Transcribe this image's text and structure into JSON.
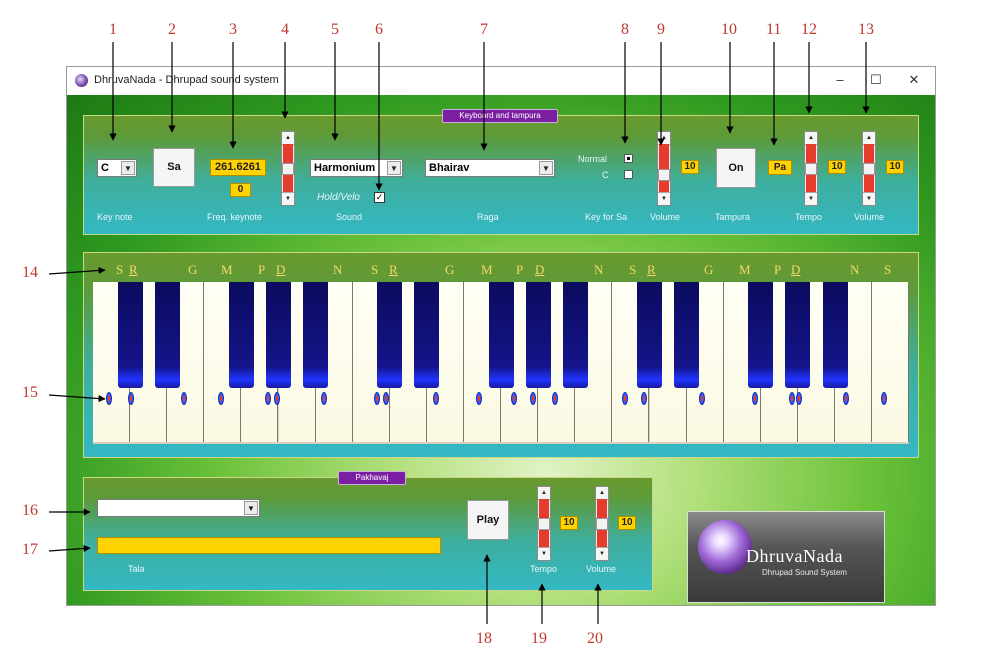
{
  "window": {
    "title": "DhruvaNada - Dhrupad sound system",
    "controls": {
      "minimize": "–",
      "maximize": "☐",
      "close": "✕"
    }
  },
  "callouts": [
    "1",
    "2",
    "3",
    "4",
    "5",
    "6",
    "7",
    "8",
    "9",
    "10",
    "11",
    "12",
    "13",
    "14",
    "15",
    "16",
    "17",
    "18",
    "19",
    "20"
  ],
  "keyboard_panel": {
    "title": "Keyboard and tampura",
    "key_note": {
      "value": "C",
      "label": "Key note"
    },
    "sa_button": "Sa",
    "freq_keynote": {
      "value": "261.6261",
      "offset": "0",
      "label": "Freq. keynote"
    },
    "freq_scroll": {
      "level": 0.5
    },
    "sound": {
      "value": "Harmonium",
      "label": "Sound"
    },
    "hold_velo": {
      "label": "Hold/Velo",
      "checked": true,
      "mark": "✓"
    },
    "raga": {
      "value": "Bhairav",
      "label": "Raga"
    },
    "key_for_sa": {
      "label": "Key for Sa",
      "options": [
        {
          "label": "Normal",
          "selected": true
        },
        {
          "label": "C",
          "selected": false
        }
      ]
    },
    "keyboard_volume": {
      "value": "10",
      "label": "Volume"
    },
    "tampura": {
      "button": "On",
      "label": "Tampura",
      "note": "Pa"
    },
    "tampura_tempo": {
      "value": "10",
      "label": "Tempo"
    },
    "tampura_volume": {
      "value": "10",
      "label": "Volume"
    }
  },
  "sargam": [
    {
      "t": "S",
      "u": false
    },
    {
      "t": "R",
      "u": true
    },
    {
      "t": "G",
      "u": false
    },
    {
      "t": "M",
      "u": false
    },
    {
      "t": "P",
      "u": false
    },
    {
      "t": "D",
      "u": true
    },
    {
      "t": "N",
      "u": false
    },
    {
      "t": "S",
      "u": false
    },
    {
      "t": "R",
      "u": true
    },
    {
      "t": "G",
      "u": false
    },
    {
      "t": "M",
      "u": false
    },
    {
      "t": "P",
      "u": false
    },
    {
      "t": "D",
      "u": true
    },
    {
      "t": "N",
      "u": false
    },
    {
      "t": "S",
      "u": false
    },
    {
      "t": "R",
      "u": true
    },
    {
      "t": "G",
      "u": false
    },
    {
      "t": "M",
      "u": false
    },
    {
      "t": "P",
      "u": false
    },
    {
      "t": "D",
      "u": true
    },
    {
      "t": "N",
      "u": false
    },
    {
      "t": "S",
      "u": false
    }
  ],
  "pakhavaj_panel": {
    "title": "Pakhavaj",
    "tala_select": {
      "value": ""
    },
    "tala_label": "Tala",
    "play_button": "Play",
    "tempo": {
      "value": "10",
      "label": "Tempo"
    },
    "volume": {
      "value": "10",
      "label": "Volume"
    }
  },
  "logo": {
    "name": "DhruvaNada",
    "tagline": "Dhrupad Sound System"
  },
  "colors": {
    "accent_yellow": "#ffd300",
    "panel_title": "#7b1fa2",
    "black_key": "#14148a",
    "callout": "#c0392b",
    "slider_track": "#e63c2e"
  }
}
